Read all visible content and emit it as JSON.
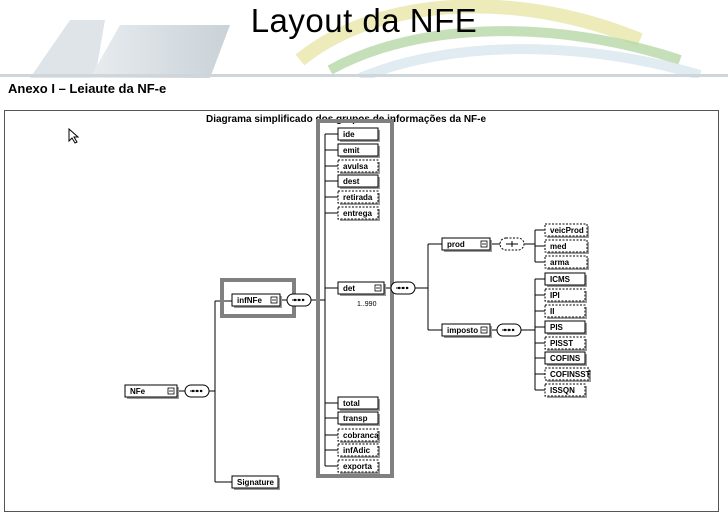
{
  "slide": {
    "title": "Layout da NFE",
    "subtitle": "Anexo I – Leiaute da NF-e",
    "diagram_caption": "Diagrama simplificado dos grupos de informações da NF-e"
  },
  "diagram": {
    "root": "NFe",
    "root_children": [
      "infNFe",
      "Signature"
    ],
    "infNFe_children": [
      "ide",
      "emit",
      "avulsa",
      "dest",
      "retirada",
      "entrega",
      "det",
      "total",
      "transp",
      "cobranca",
      "infAdic",
      "exporta"
    ],
    "optional_children": [
      "avulsa",
      "retirada",
      "entrega",
      "cobranca",
      "infAdic",
      "exporta"
    ],
    "det_multiplicity": "1..990",
    "det_children": [
      "prod",
      "imposto"
    ],
    "prod_children": [
      "veicProd",
      "med",
      "arma"
    ],
    "imposto_children": [
      "ICMS",
      "IPI",
      "II",
      "PIS",
      "PISST",
      "COFINS",
      "COFINSST",
      "ISSQN"
    ],
    "optional_tax_children": [
      "IPI",
      "II",
      "PISST",
      "COFINSST",
      "ISSQN"
    ],
    "highlight_color": "#808080"
  }
}
